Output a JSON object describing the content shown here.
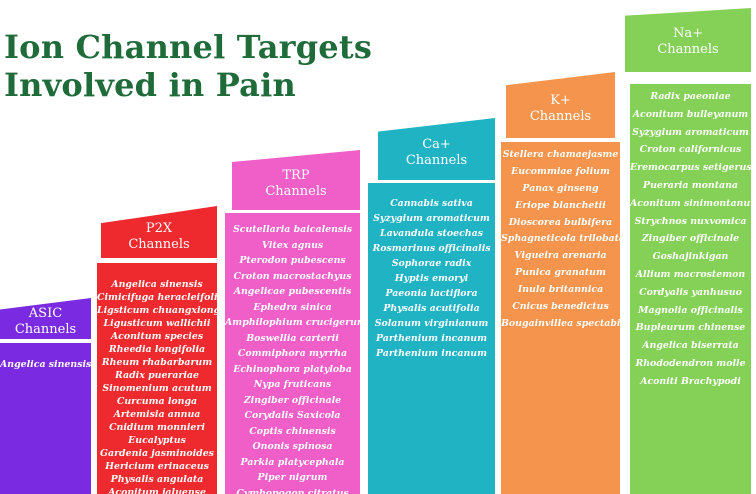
{
  "title": {
    "line1": "Ion Channel Targets",
    "line2": "Involved in Pain"
  },
  "colors": {
    "title": "#1f6b3a",
    "asic": "#7a2ae0",
    "p2x": "#ee2a2e",
    "trp": "#f05fc8",
    "ca": "#1fb3c4",
    "k": "#f5944c",
    "na": "#85d158"
  },
  "columns": [
    {
      "id": "asic",
      "header": [
        "ASIC",
        "Channels"
      ],
      "items": [
        "Angelica sinensis"
      ]
    },
    {
      "id": "p2x",
      "header": [
        "P2X",
        "Channels"
      ],
      "items": [
        "Angelica sinensis",
        "Cimicifuga heracleifolia",
        "Ligsticum chuangxiong",
        "Ligusticum wallichii",
        "Aconitum species",
        "Rheedia longifolia",
        "Rheum rhabarbarum",
        "Radix puerariae",
        "Sinomenium acutum",
        "Curcuma longa",
        "Artemisia annua",
        "Cnidium monnieri",
        "Eucalyptus",
        "Gardenia jasminoides",
        "Hericium erinaceus",
        "Physalis angulata",
        "Aconitum jaluense"
      ]
    },
    {
      "id": "trp",
      "header": [
        "TRP",
        "Channels"
      ],
      "items": [
        "Scutellaria baicalensis",
        "Vitex agnus",
        "Pterodon pubescens",
        "Croton macrostachyus",
        "Angelicae pubescentis",
        "Ephedra sinica",
        "Amphilophium crucigerum",
        "Boswellia carterii",
        "Commiphora myrrha",
        "Echinophora platyloba",
        "Nypa fruticans",
        "Zingiber officinale",
        "Corydalis Saxicola",
        "Coptis chinensis",
        "Ononis spinosa",
        "Parkia platycephala",
        "Piper nigrum",
        "Cymbopogon citratus"
      ]
    },
    {
      "id": "ca",
      "header": [
        "Ca+",
        "Channels"
      ],
      "items": [
        "Cannabis sativa",
        "Syzygium aromaticum",
        "Lavandula stoechas",
        "Rosmarinus officinalis",
        "Sophorae radix",
        "Hyptis emoryi",
        "Paeonia lactiflora",
        "Physalis acutifolia",
        "Solanum virginianum",
        "Parthenium incanum",
        "Parthenium incanum"
      ]
    },
    {
      "id": "k",
      "header": [
        "K+",
        "Channels"
      ],
      "items": [
        "Stellera chamaejasme",
        "Eucommiae folium",
        "Panax ginseng",
        "Eriope blanchetii",
        "Dioscorea bulbifera",
        "Sphagneticola trilobata",
        "Vigueira arenaria",
        "Punica granatum",
        "Inula britannica",
        "Cnicus benedictus",
        "Bougainvillea spectabilis"
      ]
    },
    {
      "id": "na",
      "header": [
        "Na+",
        "Channels"
      ],
      "items": [
        "Radix paeoniae",
        "Aconitum bulleyanum",
        "Syzygium aromaticum",
        "Croton californicus",
        "Eremocarpus setigerus",
        "Pueraria montana",
        "Aconitum sinimontanum",
        "Strychnos nuxvomica",
        "Zingiber officinale",
        "Goshajinkigan",
        "Allium macrostemon",
        "Cordyalis yanhusuo",
        "Magnolia officinalis",
        "Bupleurum chinense",
        "Angelica biserrata",
        "Rhododendron molle",
        "Aconiti Brachypodi"
      ]
    }
  ]
}
